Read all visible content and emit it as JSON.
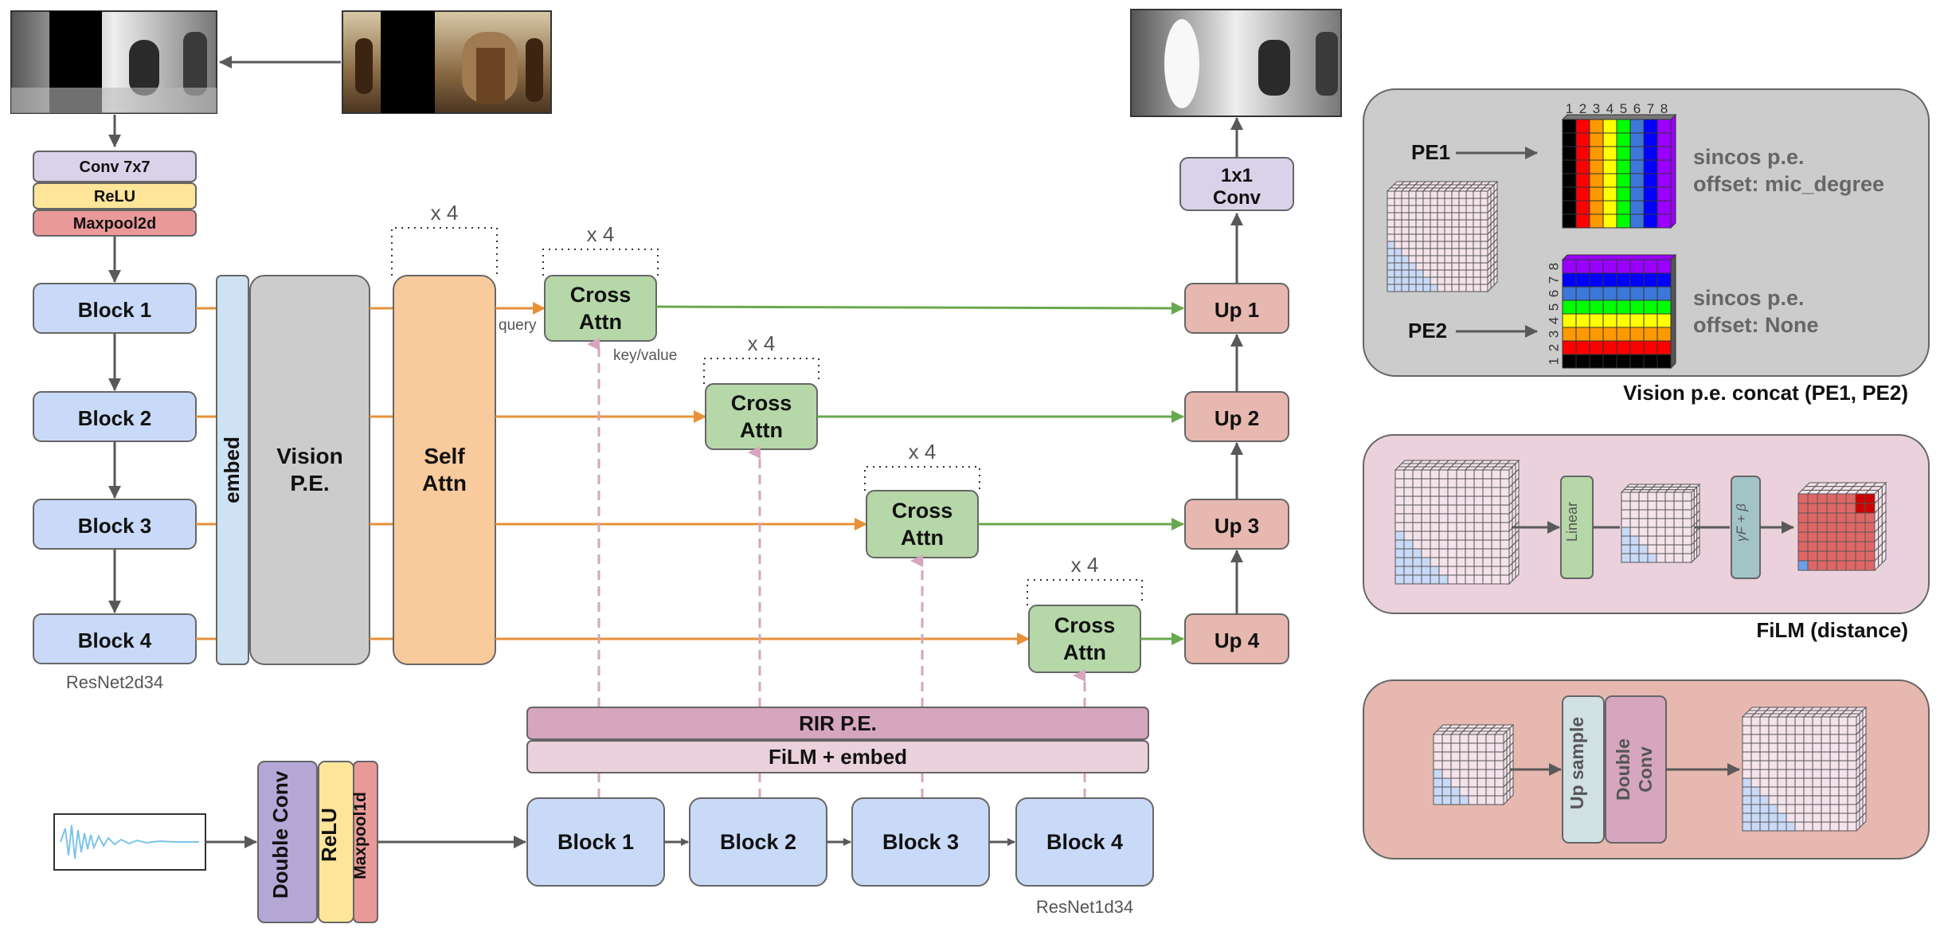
{
  "colors": {
    "block_blue": "#c9daf8",
    "conv_purple": "#d9d2e9",
    "relu_yellow": "#ffe599",
    "maxpool_red": "#ea9999",
    "up_pink": "#e6b8af",
    "cross_green": "#b6d7a8",
    "self_orange": "#f9cb9c",
    "embed_blue": "#cfe2f3",
    "vision_grey": "#cccccc",
    "rir_pink": "#d5a6bd",
    "film_light_pink": "#ead1dc",
    "double_conv_purple": "#b4a7d6",
    "orange_arrow": "#e69138",
    "green_arrow": "#6aa84f",
    "dashed_pink": "#d5a6bd",
    "grey_arrow": "#595959"
  },
  "images": {
    "depth_input": "depth map thumbnail",
    "panorama_input": "panorama room photo",
    "depth_output": "predicted depth map",
    "waveform": "audio waveform"
  },
  "vision_encoder": {
    "stem": [
      "Conv 7x7",
      "ReLU",
      "Maxpool2d"
    ],
    "blocks": [
      "Block 1",
      "Block 2",
      "Block 3",
      "Block 4"
    ],
    "caption": "ResNet2d34"
  },
  "embed_label": "embed",
  "vision_pe_label": [
    "Vision",
    "P.E."
  ],
  "self_attn_label": [
    "Self",
    "Attn"
  ],
  "repeat_label": "x 4",
  "cross_attn_label": [
    "Cross",
    "Attn"
  ],
  "query_label": "query",
  "key_value_label": "key/value",
  "conv_out_label": [
    "1x1",
    "Conv"
  ],
  "up_blocks": [
    "Up 1",
    "Up 2",
    "Up 3",
    "Up 4"
  ],
  "rir_pe_label": "RIR P.E.",
  "film_embed_label": "FiLM + embed",
  "audio_stem": {
    "double_conv": "Double Conv",
    "relu": "ReLU",
    "maxpool": "Maxpool1d"
  },
  "audio_blocks": [
    "Block 1",
    "Block 2",
    "Block 3",
    "Block 4"
  ],
  "audio_caption": "ResNet1d34",
  "panel_pe": {
    "pe1_label": "PE1",
    "pe2_label": "PE2",
    "pe1_text": [
      "sincos p.e.",
      "offset: mic_degree"
    ],
    "pe2_text": [
      "sincos p.e.",
      "offset: None"
    ],
    "indices": [
      "1",
      "2",
      "3",
      "4",
      "5",
      "6",
      "7",
      "8"
    ],
    "caption": "Vision p.e. concat (PE1, PE2)"
  },
  "panel_film": {
    "linear_label": "Linear",
    "affine_label": "γF + β",
    "caption": "FiLM (distance)"
  },
  "panel_up": {
    "upsample_label": "Up sample",
    "double_conv_label": [
      "Double",
      "Conv"
    ]
  }
}
